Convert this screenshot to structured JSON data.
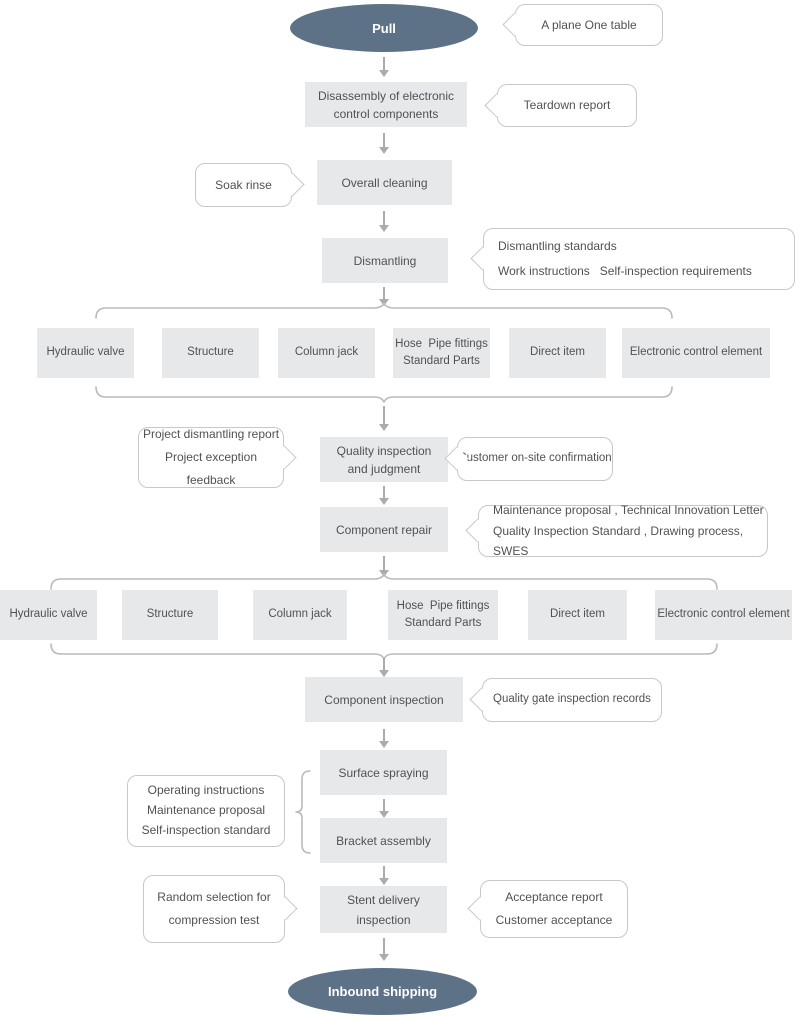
{
  "colors": {
    "terminator_fill": "#5d7187",
    "terminator_text": "#ffffff",
    "process_fill": "#e7e8ea",
    "text": "#4f5254",
    "callout_border": "#c7c8ca",
    "arrow": "#ababab",
    "brace": "#b9babc"
  },
  "flow": {
    "start": {
      "label": "Pull"
    },
    "end": {
      "label": "Inbound shipping"
    },
    "steps": {
      "disassembly": {
        "line1": "Disassembly of electronic",
        "line2": "control components"
      },
      "overall_cleaning": {
        "label": "Overall cleaning"
      },
      "dismantling": {
        "label": "Dismantling"
      },
      "quality_inspection": {
        "line1": "Quality inspection",
        "line2": "and judgment"
      },
      "component_repair": {
        "label": "Component repair"
      },
      "component_inspection": {
        "label": "Component inspection"
      },
      "surface_spraying": {
        "label": "Surface spraying"
      },
      "bracket_assembly": {
        "label": "Bracket assembly"
      },
      "stent_delivery": {
        "line1": "Stent delivery",
        "line2": "inspection"
      }
    },
    "components": [
      {
        "label": "Hydraulic valve"
      },
      {
        "label": "Structure"
      },
      {
        "label": "Column jack"
      },
      {
        "line1": "Hose  Pipe fittings",
        "line2": "Standard Parts"
      },
      {
        "label": "Direct item"
      },
      {
        "label": "Electronic control element"
      }
    ],
    "callouts": {
      "plane_table": {
        "label": "A plane One table"
      },
      "teardown": {
        "label": "Teardown report"
      },
      "soak": {
        "label": "Soak rinse"
      },
      "dismantling_std": {
        "line1": "Dismantling standards",
        "line2": "Work instructions   Self-inspection requirements"
      },
      "project_reports": {
        "line1": "Project dismantling report",
        "line2": "Project exception feedback"
      },
      "customer_onsite": {
        "label": "Customer on-site confirmation"
      },
      "maintenance": {
        "line1": "Maintenance proposal , Technical Innovation Letter",
        "line2": "Quality Inspection Standard , Drawing process, SWES"
      },
      "quality_gate": {
        "label": "Quality gate inspection records"
      },
      "operating": {
        "line1": "Operating instructions",
        "line2": "Maintenance proposal",
        "line3": "Self-inspection standard"
      },
      "random_selection": {
        "line1": "Random selection for",
        "line2": "compression test"
      },
      "acceptance": {
        "line1": "Acceptance report",
        "line2": "Customer acceptance"
      }
    }
  }
}
